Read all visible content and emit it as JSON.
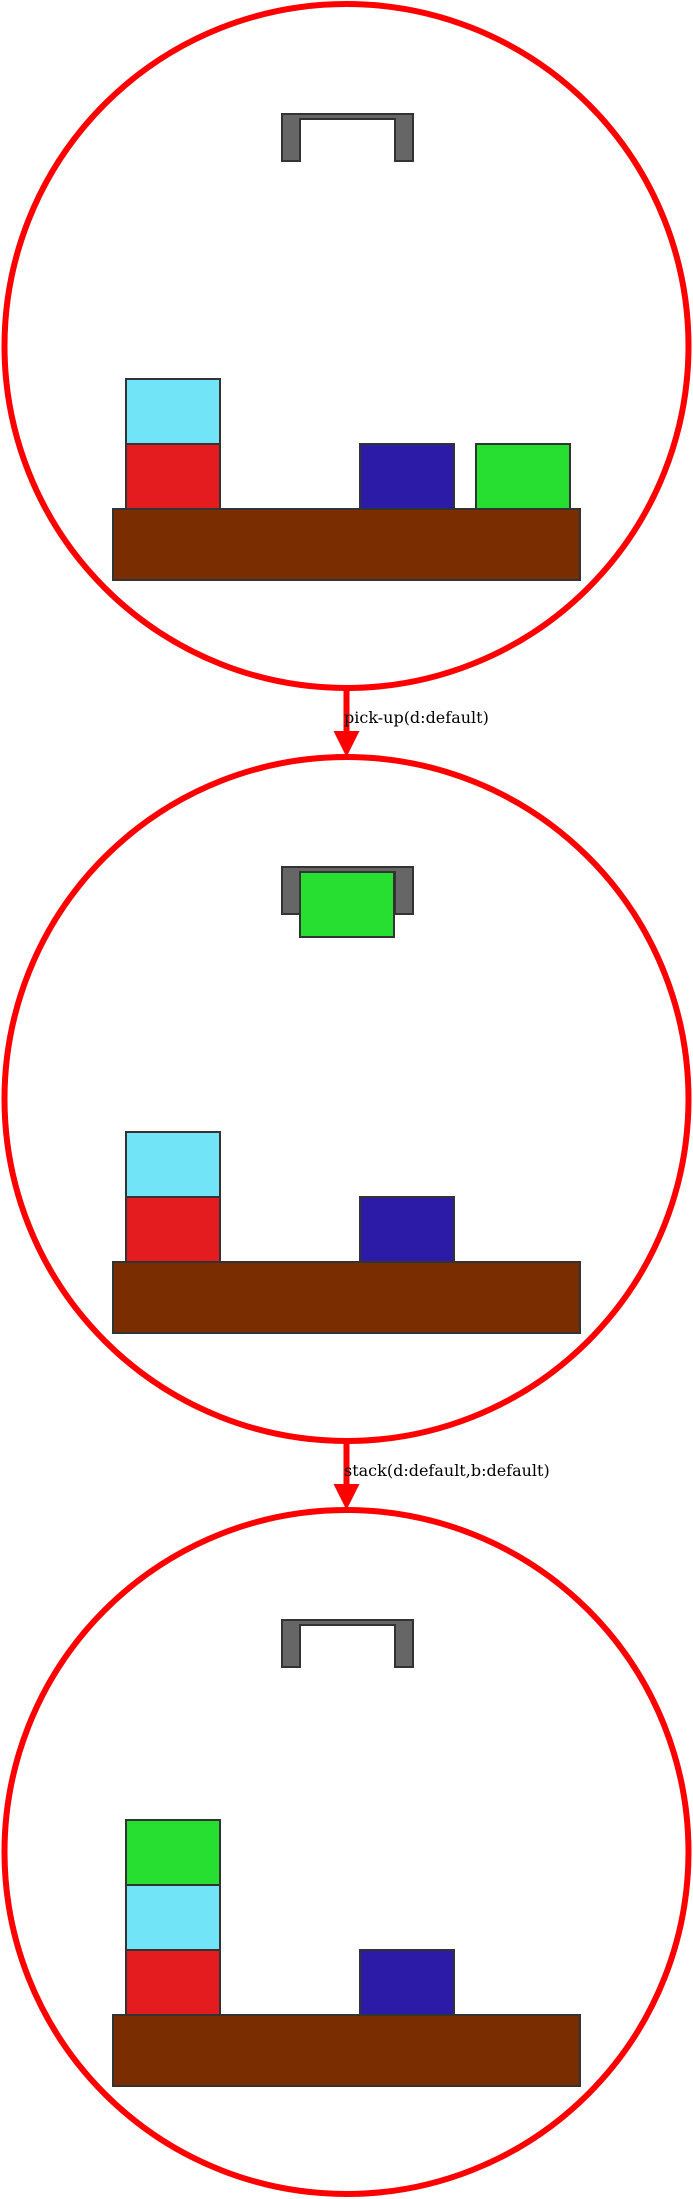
{
  "colors": {
    "state_ring": "#ff0000",
    "transition_arrow": "#ff0000",
    "table": "#7a2e00",
    "gripper": "#666666",
    "block_outline": "#333333"
  },
  "blocks": {
    "a": {
      "color": "#e51c1f"
    },
    "b": {
      "color": "#72e4f7"
    },
    "c": {
      "color": "#2c1ba6"
    },
    "d": {
      "color": "#27df30"
    }
  },
  "states": [
    {
      "stacks": [
        {
          "column": 0,
          "blocks": [
            "a",
            "b"
          ]
        },
        {
          "column": 2,
          "blocks": [
            "c"
          ]
        },
        {
          "column": 3,
          "blocks": [
            "d"
          ]
        }
      ],
      "gripper_holding": null
    },
    {
      "stacks": [
        {
          "column": 0,
          "blocks": [
            "a",
            "b"
          ]
        },
        {
          "column": 2,
          "blocks": [
            "c"
          ]
        }
      ],
      "gripper_holding": "d"
    },
    {
      "stacks": [
        {
          "column": 0,
          "blocks": [
            "a",
            "b",
            "d"
          ]
        },
        {
          "column": 2,
          "blocks": [
            "c"
          ]
        }
      ],
      "gripper_holding": null
    }
  ],
  "transitions": [
    {
      "label": "pick-up(d:default)"
    },
    {
      "label": "stack(d:default,b:default)"
    }
  ]
}
